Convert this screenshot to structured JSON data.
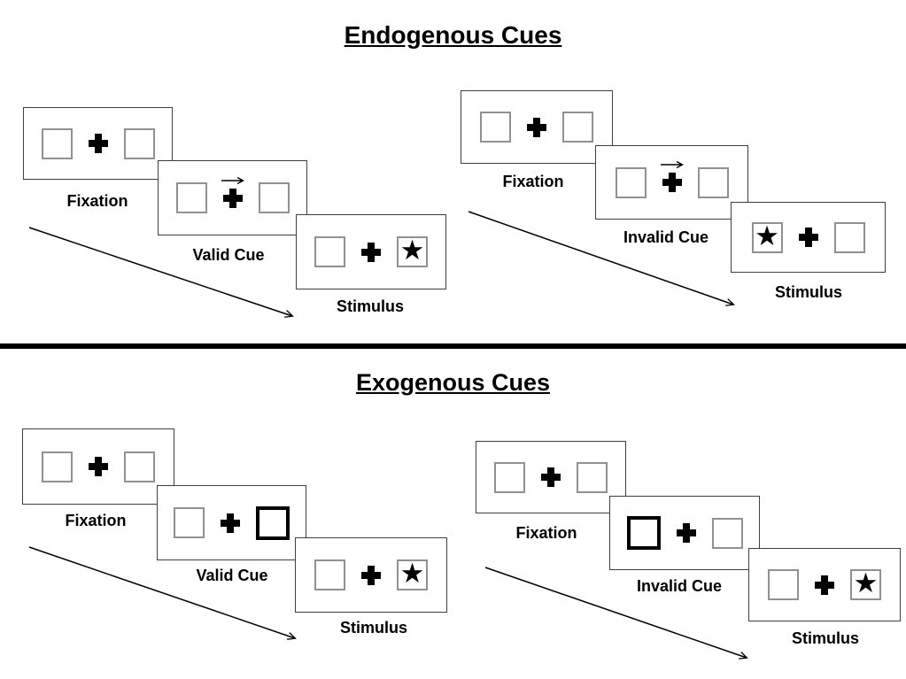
{
  "glyphs": {
    "star": "★"
  },
  "colors": {
    "box_border": "#919191",
    "panel_border": "#3f3f3f",
    "highlight_border": "#000000",
    "divider": "#000000",
    "text": "#000000"
  },
  "sections": [
    {
      "title": "Endogenous Cues",
      "trials": [
        {
          "name": "valid",
          "panels": [
            {
              "label": "Fixation",
              "type": "fixation"
            },
            {
              "label": "Valid Cue",
              "type": "endogenous-cue",
              "cue_direction": "right"
            },
            {
              "label": "Stimulus",
              "type": "stimulus",
              "star_side": "right"
            }
          ]
        },
        {
          "name": "invalid",
          "panels": [
            {
              "label": "Fixation",
              "type": "fixation"
            },
            {
              "label": "Invalid Cue",
              "type": "endogenous-cue",
              "cue_direction": "right"
            },
            {
              "label": "Stimulus",
              "type": "stimulus",
              "star_side": "left"
            }
          ]
        }
      ]
    },
    {
      "title": "Exogenous Cues",
      "trials": [
        {
          "name": "valid",
          "panels": [
            {
              "label": "Fixation",
              "type": "fixation"
            },
            {
              "label": "Valid Cue",
              "type": "exogenous-cue",
              "highlight_side": "right"
            },
            {
              "label": "Stimulus",
              "type": "stimulus",
              "star_side": "right"
            }
          ]
        },
        {
          "name": "invalid",
          "panels": [
            {
              "label": "Fixation",
              "type": "fixation"
            },
            {
              "label": "Invalid Cue",
              "type": "exogenous-cue",
              "highlight_side": "left"
            },
            {
              "label": "Stimulus",
              "type": "stimulus",
              "star_side": "right"
            }
          ]
        }
      ]
    }
  ]
}
